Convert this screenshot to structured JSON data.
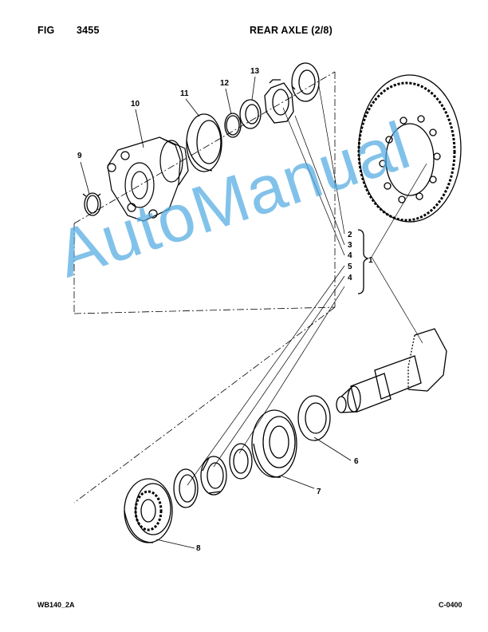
{
  "header": {
    "fig_label": "FIG",
    "fig_number": "3455",
    "title": "REAR AXLE (2/8)"
  },
  "footer": {
    "model_code": "WB140_2A",
    "page_code": "C-0400"
  },
  "watermark": {
    "text": "AutoManual",
    "color": "#52aae2"
  },
  "callouts": {
    "c1": "1",
    "c2": "2",
    "c3": "3",
    "c4a": "4",
    "c5": "5",
    "c4b": "4",
    "c6": "6",
    "c7": "7",
    "c8": "8",
    "c9": "9",
    "c10": "10",
    "c11": "11",
    "c12": "12",
    "c13": "13"
  },
  "colors": {
    "line": "#000000",
    "background": "#ffffff"
  }
}
